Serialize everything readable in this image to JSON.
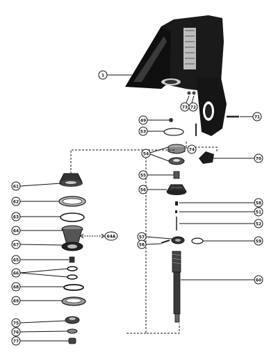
{
  "diagram": {
    "callouts": [
      {
        "label": "1"
      },
      {
        "label": "73"
      },
      {
        "label": "72"
      },
      {
        "label": "49"
      },
      {
        "label": "53"
      },
      {
        "label": "71"
      },
      {
        "label": "74"
      },
      {
        "label": "54"
      },
      {
        "label": "70"
      },
      {
        "label": "55"
      },
      {
        "label": "56"
      },
      {
        "label": "61"
      },
      {
        "label": "62"
      },
      {
        "label": "63"
      },
      {
        "label": "64"
      },
      {
        "label": "64A"
      },
      {
        "label": "67"
      },
      {
        "label": "58"
      },
      {
        "label": "51"
      },
      {
        "label": "52"
      },
      {
        "label": "57"
      },
      {
        "label": "56"
      },
      {
        "label": "59"
      },
      {
        "label": "65"
      },
      {
        "label": "66"
      },
      {
        "label": "68"
      },
      {
        "label": "69"
      },
      {
        "label": "60"
      },
      {
        "label": "75"
      },
      {
        "label": "76"
      },
      {
        "label": "77"
      }
    ]
  }
}
